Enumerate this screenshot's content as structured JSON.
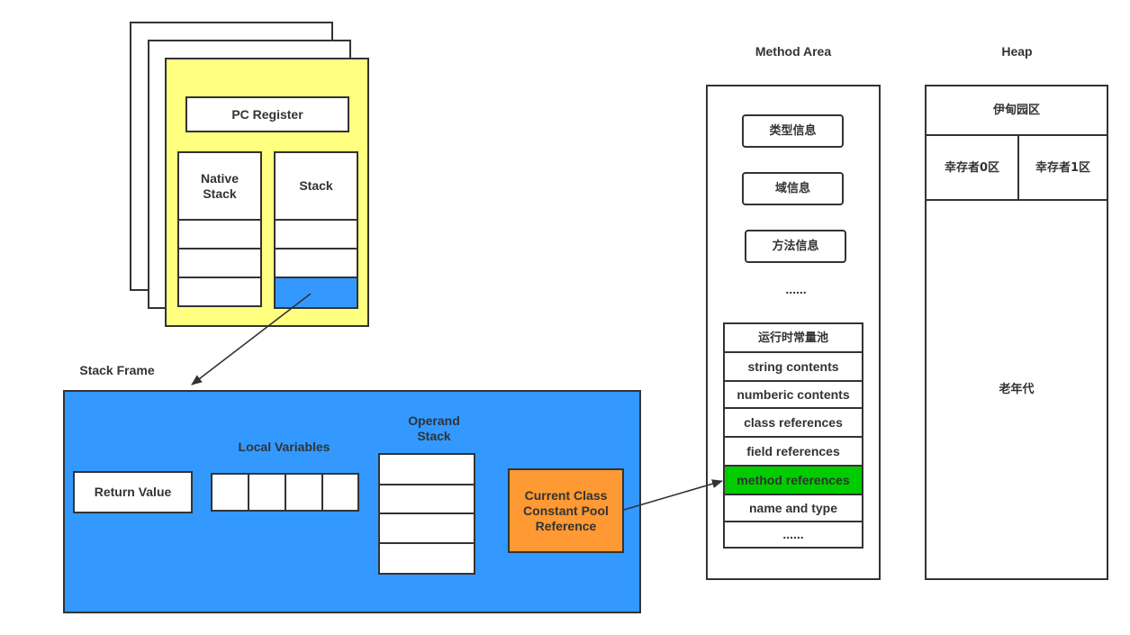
{
  "colors": {
    "thread_bg": "#ffff80",
    "stack_frame_bg": "#3399ff",
    "current_frame": "#3399ff",
    "constant_pool_ref": "#ff9933",
    "method_references_highlight": "#00cc00",
    "border": "#333333"
  },
  "thread": {
    "pc_register": "PC Register",
    "native_stack": "Native\nStack",
    "stack": "Stack"
  },
  "stack_frame": {
    "title": "Stack Frame",
    "return_value": "Return Value",
    "local_variables": "Local Variables",
    "operand_stack": "Operand\nStack",
    "current_class_ref": "Current Class\nConstant Pool\nReference"
  },
  "method_area": {
    "title": "Method Area",
    "type_info": "类型信息",
    "field_info": "域信息",
    "method_info": "方法信息",
    "ellipsis": "......",
    "runtime_constant_pool": {
      "title": "运行时常量池",
      "items": [
        "string contents",
        "numberic contents",
        "class references",
        "field references",
        "method references",
        "name and type",
        "......"
      ]
    }
  },
  "heap": {
    "title": "Heap",
    "eden": "伊甸园区",
    "survivor0": "幸存者0区",
    "survivor1": "幸存者1区",
    "old_gen": "老年代"
  }
}
